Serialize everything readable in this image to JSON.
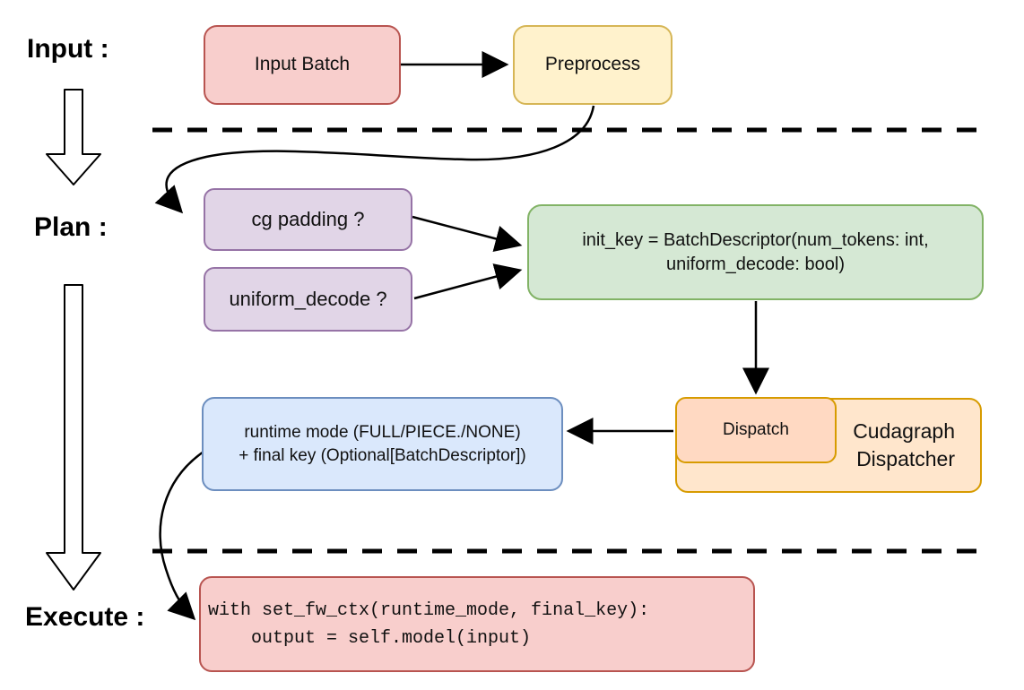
{
  "diagram": {
    "stage_labels": {
      "input": "Input :",
      "plan": "Plan :",
      "execute": "Execute :"
    },
    "nodes": {
      "input_batch": {
        "label": "Input Batch",
        "fill": "#f8cecc",
        "stroke": "#b85450"
      },
      "preprocess": {
        "label": "Preprocess",
        "fill": "#fff2cc",
        "stroke": "#d6b656"
      },
      "cg_padding": {
        "label": "cg padding ?",
        "fill": "#e1d5e7",
        "stroke": "#9673a6"
      },
      "uniform_decode": {
        "label": "uniform_decode ?",
        "fill": "#e1d5e7",
        "stroke": "#9673a6"
      },
      "init_key": {
        "line1": "init_key = BatchDescriptor(num_tokens: int,",
        "line2": "uniform_decode: bool)",
        "fill": "#d5e8d4",
        "stroke": "#82b366"
      },
      "dispatch": {
        "label": "Dispatch",
        "fill": "#ffd9c2",
        "stroke": "#d79b00"
      },
      "cudagraph_dispatcher": {
        "line1": "Cudagraph",
        "line2": "Dispatcher",
        "fill": "#ffe6cc",
        "stroke": "#d79b00"
      },
      "runtime_mode_result": {
        "line1": "runtime mode (FULL/PIECE./NONE)",
        "line2": "+ final key (Optional[BatchDescriptor])",
        "fill": "#dae8fc",
        "stroke": "#6c8ebf"
      },
      "execute_code": {
        "line1": "with set_fw_ctx(runtime_mode, final_key):",
        "line2": "    output = self.model(input)",
        "fill": "#f8cecc",
        "stroke": "#b85450"
      }
    }
  }
}
